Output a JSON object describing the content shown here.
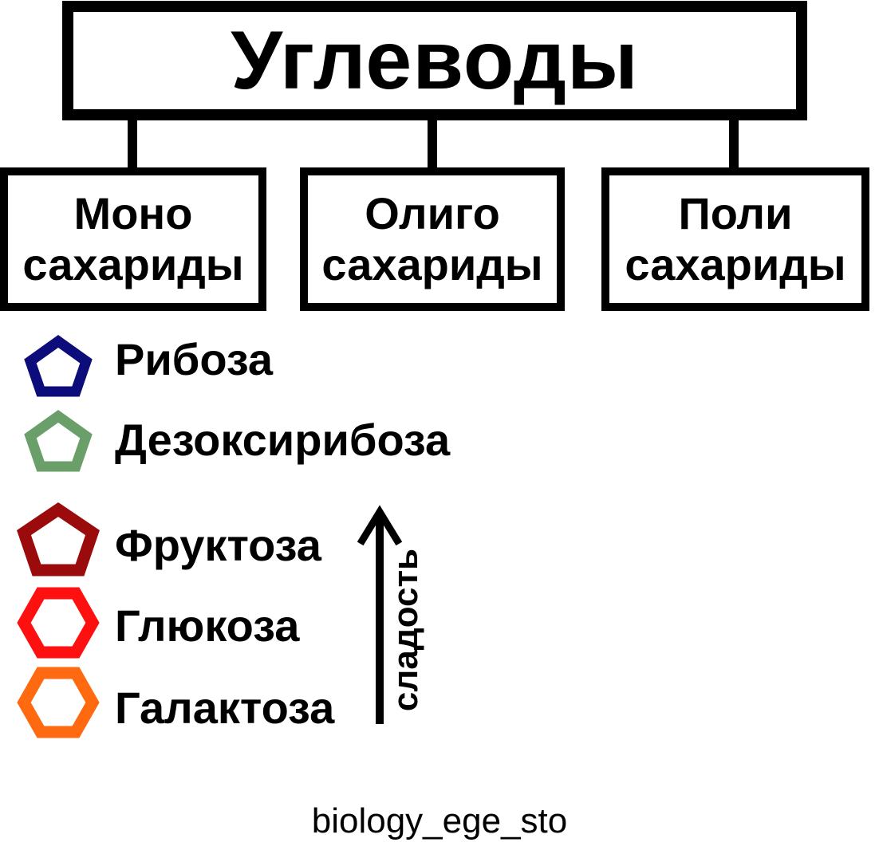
{
  "root": {
    "label": "Углеводы"
  },
  "categories": [
    {
      "line1": "Моно",
      "line2": "сахариды"
    },
    {
      "line1": "Олиго",
      "line2": "сахариды"
    },
    {
      "line1": "Поли",
      "line2": "сахариды"
    }
  ],
  "monosaccharides": [
    {
      "name": "Рибоза",
      "shape": "pentagon",
      "color": "#0c0c7a"
    },
    {
      "name": "Дезоксирибоза",
      "shape": "pentagon",
      "color": "#6a9f6a"
    },
    {
      "name": "Фруктоза",
      "shape": "pentagon",
      "color": "#9b0b0b"
    },
    {
      "name": "Глюкоза",
      "shape": "hexagon",
      "color": "#ff1010"
    },
    {
      "name": "Галактоза",
      "shape": "hexagon",
      "color": "#ff6a10"
    }
  ],
  "sweetness": {
    "label": "сладость",
    "direction": "up"
  },
  "watermark": "biology_ege_sto"
}
